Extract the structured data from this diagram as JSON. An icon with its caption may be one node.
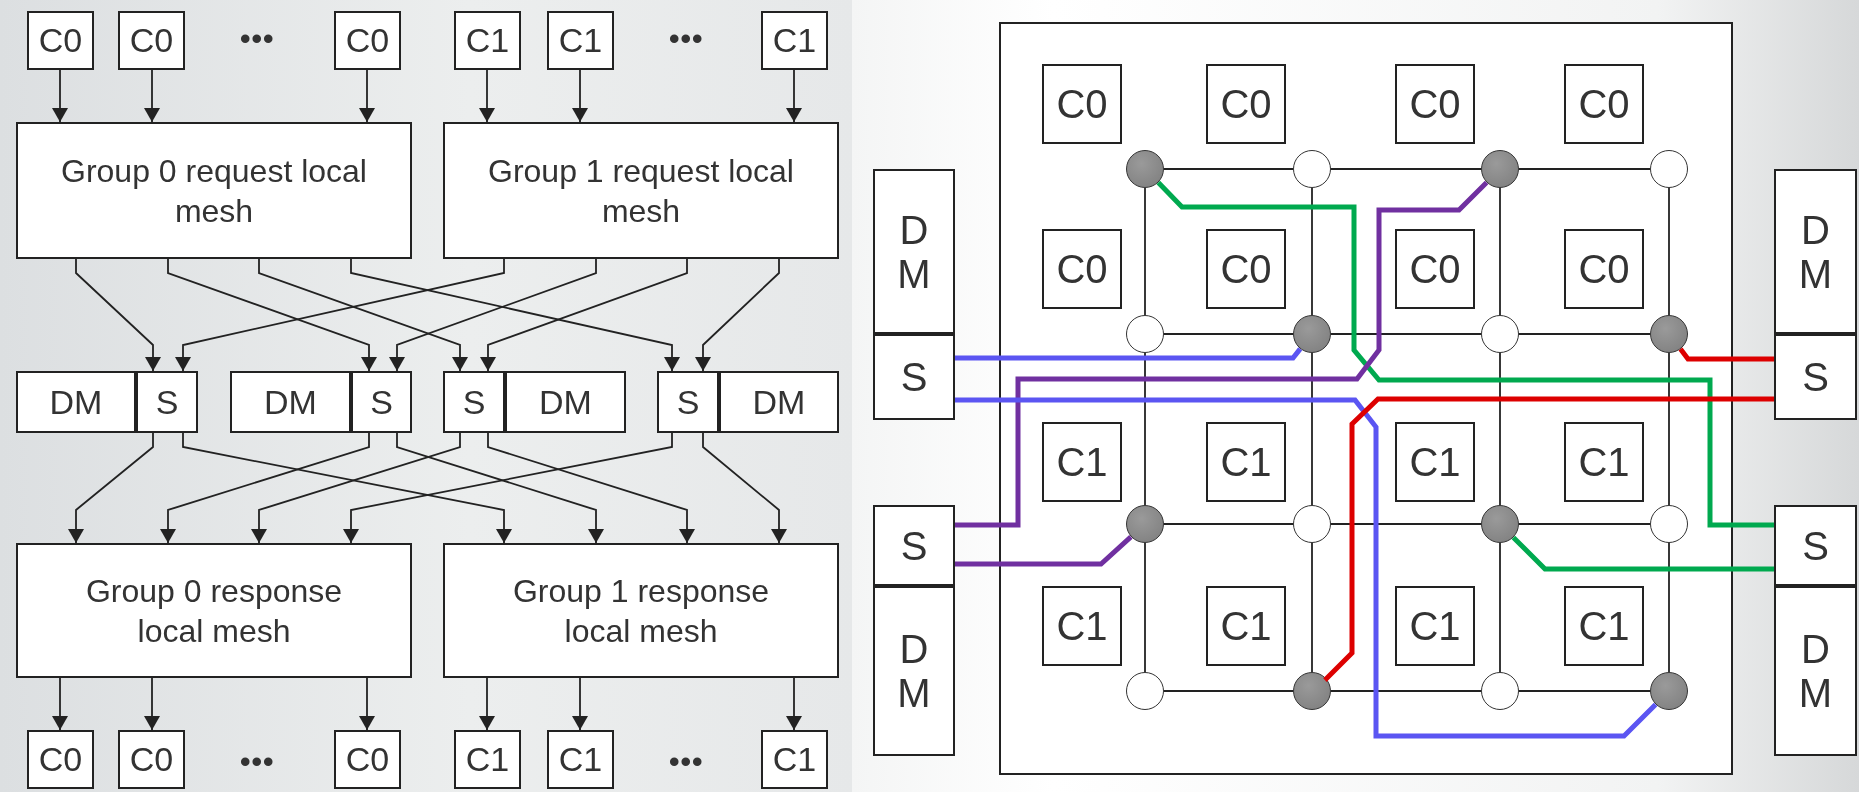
{
  "diagram": {
    "nodes": [
      {
        "text": [
          "C0"
        ]
      },
      {
        "text": [
          "C0"
        ]
      },
      {
        "text": [
          "C0"
        ]
      },
      {
        "text": [
          "C1"
        ]
      },
      {
        "text": [
          "C1"
        ]
      },
      {
        "text": [
          "C1"
        ]
      },
      {
        "text": [
          "Group 0 request local mesh"
        ]
      },
      {
        "text": [
          "Group 1 request local mesh"
        ]
      },
      {
        "text": [
          "DM"
        ]
      },
      {
        "text": [
          "S"
        ]
      },
      {
        "text": [
          "DM"
        ]
      },
      {
        "text": [
          "S"
        ]
      },
      {
        "text": [
          "S"
        ]
      },
      {
        "text": [
          "DM"
        ]
      },
      {
        "text": [
          "S"
        ]
      },
      {
        "text": [
          "DM"
        ]
      },
      {
        "text": [
          "Group 0 response local mesh"
        ]
      },
      {
        "text": [
          "Group 1 response local mesh"
        ]
      },
      {
        "text": [
          "C0"
        ]
      },
      {
        "text": [
          "C0"
        ]
      },
      {
        "text": [
          "C0"
        ]
      },
      {
        "text": [
          "C1"
        ]
      },
      {
        "text": [
          "C1"
        ]
      },
      {
        "text": [
          "C1"
        ]
      },
      {
        "text": [],
        "shape": "box"
      },
      {
        "text": [
          "C0"
        ],
        "in": 24
      },
      {
        "text": [
          "C0"
        ],
        "in": 24
      },
      {
        "text": [
          "C0"
        ],
        "in": 24
      },
      {
        "text": [
          "C0"
        ],
        "in": 24
      },
      {
        "text": [
          "C0"
        ],
        "in": 24
      },
      {
        "text": [
          "C0"
        ],
        "in": 24
      },
      {
        "text": [
          "C0"
        ],
        "in": 24
      },
      {
        "text": [
          "C0"
        ],
        "in": 24
      },
      {
        "text": [
          "C1"
        ],
        "in": 24
      },
      {
        "text": [
          "C1"
        ],
        "in": 24
      },
      {
        "text": [
          "C1"
        ],
        "in": 24
      },
      {
        "text": [
          "C1"
        ],
        "in": 24
      },
      {
        "text": [
          "C1"
        ],
        "in": 24
      },
      {
        "text": [
          "C1"
        ],
        "in": 24
      },
      {
        "text": [
          "C1"
        ],
        "in": 24
      },
      {
        "text": [
          "C1"
        ],
        "in": 24
      },
      {
        "text": [],
        "shape": "circle",
        "in": 24
      },
      {
        "text": [],
        "shape": "circle",
        "in": 24
      },
      {
        "text": [],
        "shape": "circle",
        "in": 24
      },
      {
        "text": [],
        "shape": "circle",
        "in": 24
      },
      {
        "text": [],
        "shape": "circle",
        "in": 24
      },
      {
        "text": [],
        "shape": "circle",
        "in": 24
      },
      {
        "text": [],
        "shape": "circle",
        "in": 24
      },
      {
        "text": [],
        "shape": "circle",
        "in": 24
      },
      {
        "text": [],
        "shape": "circle",
        "in": 24
      },
      {
        "text": [],
        "shape": "circle",
        "in": 24
      },
      {
        "text": [],
        "shape": "circle",
        "in": 24
      },
      {
        "text": [],
        "shape": "circle",
        "in": 24
      },
      {
        "text": [],
        "shape": "circle",
        "in": 24
      },
      {
        "text": [],
        "shape": "circle",
        "in": 24
      },
      {
        "text": [],
        "shape": "circle",
        "in": 24
      },
      {
        "text": [],
        "shape": "circle",
        "in": 24
      },
      {
        "text": [
          "DM"
        ]
      },
      {
        "text": [
          "S"
        ]
      },
      {
        "text": [
          "S"
        ]
      },
      {
        "text": [
          "DM"
        ]
      },
      {
        "text": [
          "DM"
        ]
      },
      {
        "text": [
          "S"
        ]
      },
      {
        "text": [
          "S"
        ]
      },
      {
        "text": [
          "DM"
        ]
      }
    ],
    "edges": [
      {
        "from": 0,
        "to": 6,
        "arrow": "to"
      },
      {
        "from": 1,
        "to": 6,
        "arrow": "to"
      },
      {
        "from": 2,
        "to": 6,
        "arrow": "to"
      },
      {
        "from": 3,
        "to": 7,
        "arrow": "to"
      },
      {
        "from": 4,
        "to": 7,
        "arrow": "to"
      },
      {
        "from": 5,
        "to": 7,
        "arrow": "to"
      },
      {
        "from": 6,
        "to": 9,
        "arrow": "to"
      },
      {
        "from": 6,
        "to": 11,
        "arrow": "to"
      },
      {
        "from": 6,
        "to": 12,
        "arrow": "to"
      },
      {
        "from": 6,
        "to": 14,
        "arrow": "to"
      },
      {
        "from": 7,
        "to": 9,
        "arrow": "to"
      },
      {
        "from": 7,
        "to": 11,
        "arrow": "to"
      },
      {
        "from": 7,
        "to": 12,
        "arrow": "to"
      },
      {
        "from": 7,
        "to": 14,
        "arrow": "to"
      },
      {
        "from": 9,
        "to": 16,
        "arrow": "to"
      },
      {
        "from": 9,
        "to": 17,
        "arrow": "to"
      },
      {
        "from": 11,
        "to": 16,
        "arrow": "to"
      },
      {
        "from": 11,
        "to": 17,
        "arrow": "to"
      },
      {
        "from": 12,
        "to": 16,
        "arrow": "to"
      },
      {
        "from": 12,
        "to": 17,
        "arrow": "to"
      },
      {
        "from": 14,
        "to": 16,
        "arrow": "to"
      },
      {
        "from": 14,
        "to": 17,
        "arrow": "to"
      },
      {
        "from": 16,
        "to": 18,
        "arrow": "to"
      },
      {
        "from": 16,
        "to": 19,
        "arrow": "to"
      },
      {
        "from": 16,
        "to": 20,
        "arrow": "to"
      },
      {
        "from": 17,
        "to": 21,
        "arrow": "to"
      },
      {
        "from": 17,
        "to": 22,
        "arrow": "to"
      },
      {
        "from": 17,
        "to": 23,
        "arrow": "to"
      },
      {
        "from": 41,
        "to": 42,
        "arrow": "none"
      },
      {
        "from": 42,
        "to": 43,
        "arrow": "none"
      },
      {
        "from": 43,
        "to": 44,
        "arrow": "none"
      },
      {
        "from": 45,
        "to": 46,
        "arrow": "none"
      },
      {
        "from": 46,
        "to": 47,
        "arrow": "none"
      },
      {
        "from": 47,
        "to": 48,
        "arrow": "none"
      },
      {
        "from": 49,
        "to": 50,
        "arrow": "none"
      },
      {
        "from": 50,
        "to": 51,
        "arrow": "none"
      },
      {
        "from": 51,
        "to": 52,
        "arrow": "none"
      },
      {
        "from": 53,
        "to": 54,
        "arrow": "none"
      },
      {
        "from": 54,
        "to": 55,
        "arrow": "none"
      },
      {
        "from": 55,
        "to": 56,
        "arrow": "none"
      },
      {
        "from": 41,
        "to": 45,
        "arrow": "none"
      },
      {
        "from": 45,
        "to": 49,
        "arrow": "none"
      },
      {
        "from": 49,
        "to": 53,
        "arrow": "none"
      },
      {
        "from": 42,
        "to": 46,
        "arrow": "none"
      },
      {
        "from": 46,
        "to": 50,
        "arrow": "none"
      },
      {
        "from": 50,
        "to": 54,
        "arrow": "none"
      },
      {
        "from": 43,
        "to": 47,
        "arrow": "none"
      },
      {
        "from": 47,
        "to": 51,
        "arrow": "none"
      },
      {
        "from": 51,
        "to": 55,
        "arrow": "none"
      },
      {
        "from": 44,
        "to": 48,
        "arrow": "none"
      },
      {
        "from": 48,
        "to": 52,
        "arrow": "none"
      },
      {
        "from": 52,
        "to": 56,
        "arrow": "none"
      },
      {
        "from": 41,
        "to": 63,
        "arrow": "none",
        "style": "thick",
        "color": "#00a94f"
      },
      {
        "from": 51,
        "to": 63,
        "arrow": "none",
        "style": "thick",
        "color": "#00a94f"
      },
      {
        "from": 43,
        "to": 59,
        "arrow": "none",
        "style": "thick",
        "color": "#7030a0"
      },
      {
        "from": 49,
        "to": 59,
        "arrow": "none",
        "style": "thick",
        "color": "#7030a0"
      },
      {
        "from": 58,
        "to": 46,
        "arrow": "none",
        "style": "thick",
        "color": "#5b55f2"
      },
      {
        "from": 58,
        "to": 56,
        "arrow": "none",
        "style": "thick",
        "color": "#5b55f2"
      },
      {
        "from": 62,
        "to": 48,
        "arrow": "none",
        "style": "thick",
        "color": "#dd0000"
      },
      {
        "from": 62,
        "to": 54,
        "arrow": "none",
        "style": "thick",
        "color": "#dd0000"
      }
    ],
    "labels": [
      "•••",
      "•••",
      "•••",
      "•••"
    ]
  }
}
